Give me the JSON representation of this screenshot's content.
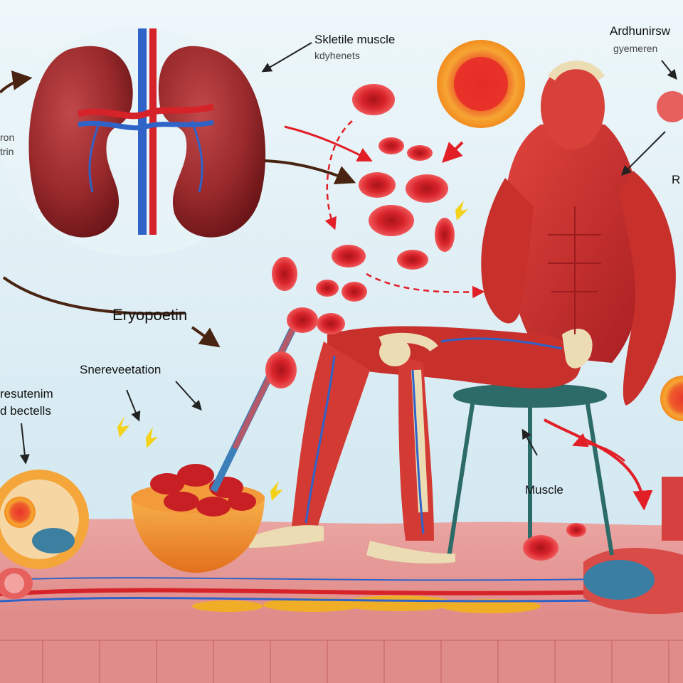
{
  "labels": {
    "top_center_line1": "Skletile muscle",
    "top_center_line2": "kdyhenets",
    "top_right_line1": "Ardhunirsw",
    "top_right_line2": "gyemeren",
    "left_cut_line1": "ron",
    "left_cut_line2": "trin",
    "erythro": "Eryopoetin",
    "snere": "Snereveetation",
    "left_mid_line1": "resutenim",
    "left_mid_line2": "d bectells",
    "muscle": "Muscle",
    "right_cut": "R"
  },
  "colors": {
    "background_top": "#e4f2f7",
    "background_bottom": "#cfe7f0",
    "kidney": "#9a2a2c",
    "blood_cell": "#d9242b",
    "muscle": "#c8302c",
    "bone": "#ecdcb4",
    "artery_red": "#d6232a",
    "vein_blue": "#2f63c8",
    "arrow_red": "#e21e26",
    "arrow_brown": "#4a2412",
    "tissue_pink": "#e79a98",
    "fat_yellow": "#f2b21c",
    "bowl_orange": "#f08a2a"
  }
}
